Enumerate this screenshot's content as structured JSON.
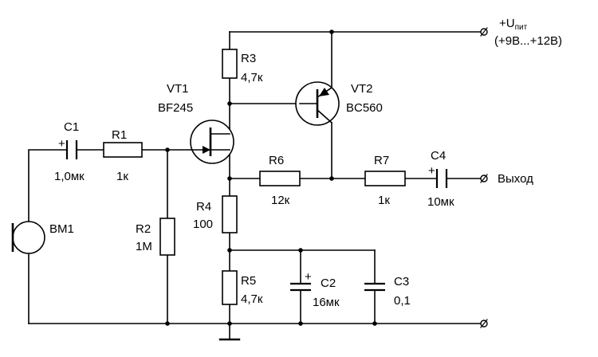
{
  "supply": {
    "label_prefix": "+U",
    "label_sub": "пит",
    "range": "(+9В...+12В)"
  },
  "output": {
    "label": "Выход"
  },
  "components": {
    "c1": {
      "ref": "C1",
      "value": "1,0мк",
      "polarity": "+"
    },
    "r1": {
      "ref": "R1",
      "value": "1к"
    },
    "r2": {
      "ref": "R2",
      "value": "1М"
    },
    "r3": {
      "ref": "R3",
      "value": "4,7к"
    },
    "r4": {
      "ref": "R4",
      "value": "100"
    },
    "r5": {
      "ref": "R5",
      "value": "4,7к"
    },
    "r6": {
      "ref": "R6",
      "value": "12к"
    },
    "r7": {
      "ref": "R7",
      "value": "1к"
    },
    "c2": {
      "ref": "C2",
      "value": "16мк",
      "polarity": "+"
    },
    "c3": {
      "ref": "C3",
      "value": "0,1"
    },
    "c4": {
      "ref": "C4",
      "value": "10мк",
      "polarity": "+"
    },
    "vt1": {
      "ref": "VT1",
      "type": "BF245"
    },
    "vt2": {
      "ref": "VT2",
      "type": "BC560"
    },
    "bm1": {
      "ref": "BM1"
    }
  }
}
